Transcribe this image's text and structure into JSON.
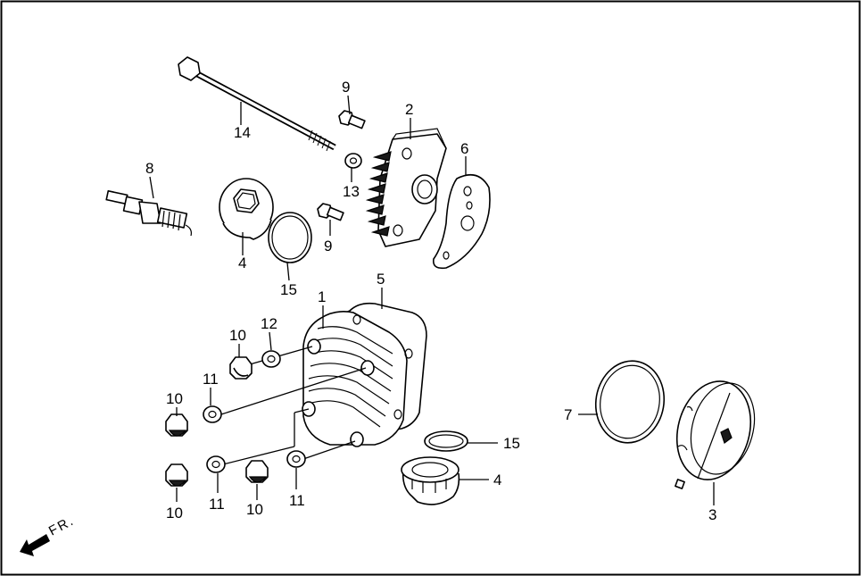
{
  "diagram": {
    "front_marker": "FR.",
    "callouts": {
      "c1": "1",
      "c2": "2",
      "c3": "3",
      "c4a": "4",
      "c4b": "4",
      "c5": "5",
      "c6": "6",
      "c7": "7",
      "c8": "8",
      "c9a": "9",
      "c9b": "9",
      "c10a": "10",
      "c10b": "10",
      "c10c": "10",
      "c10d": "10",
      "c11a": "11",
      "c11b": "11",
      "c11c": "11",
      "c12": "12",
      "c13": "13",
      "c14": "14",
      "c15a": "15",
      "c15b": "15"
    }
  }
}
